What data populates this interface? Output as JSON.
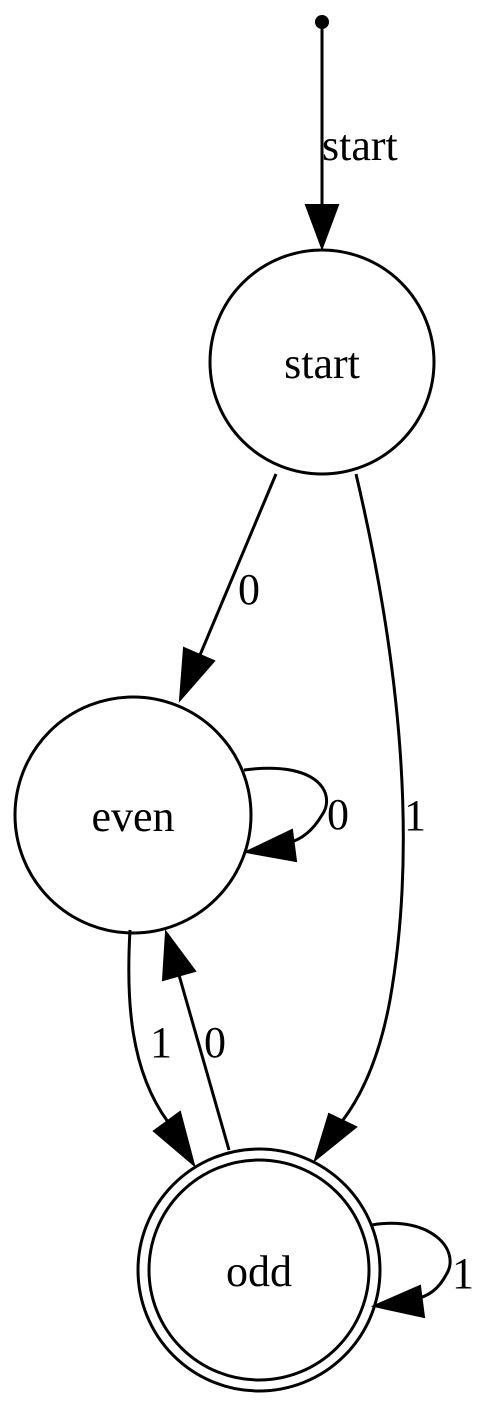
{
  "diagram": {
    "type": "finite-state-machine",
    "initial_state": "start",
    "accepting_states": [
      "odd"
    ],
    "nodes": {
      "start": {
        "label": "start"
      },
      "even": {
        "label": "even"
      },
      "odd": {
        "label": "odd",
        "accepting": true
      }
    },
    "edges": {
      "init": {
        "from": null,
        "to": "start",
        "label": "start"
      },
      "start_even": {
        "from": "start",
        "to": "even",
        "label": "0"
      },
      "start_odd": {
        "from": "start",
        "to": "odd",
        "label": "1"
      },
      "even_even": {
        "from": "even",
        "to": "even",
        "label": "0"
      },
      "even_odd": {
        "from": "even",
        "to": "odd",
        "label": "1"
      },
      "odd_even": {
        "from": "odd",
        "to": "even",
        "label": "0"
      },
      "odd_odd": {
        "from": "odd",
        "to": "odd",
        "label": "1"
      }
    }
  }
}
